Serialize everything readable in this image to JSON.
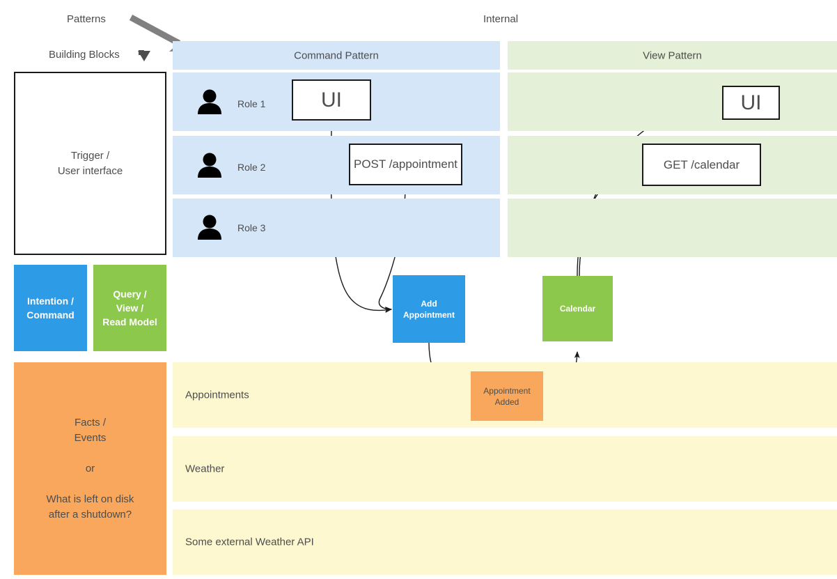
{
  "diagram": {
    "top_labels": {
      "patterns": "Patterns",
      "building_blocks": "Building Blocks",
      "internal": "Internal"
    },
    "pattern_lanes": [
      {
        "id": "command-pattern",
        "title": "Command Pattern",
        "color": "#d4e6f7"
      },
      {
        "id": "view-pattern",
        "title": "View Pattern",
        "color": "#e5f0d8"
      }
    ],
    "roles": [
      {
        "label": "Role 1"
      },
      {
        "label": "Role 2"
      },
      {
        "label": "Role 3"
      }
    ],
    "legend": {
      "trigger": "Trigger /\nUser interface",
      "intention": "Intention /\nCommand",
      "query": "Query /\nView /\nRead Model",
      "facts": "Facts /\nEvents\n\nor\n\nWhat is left on disk\nafter a shutdown?"
    },
    "data_lanes": [
      {
        "label": "Appointments"
      },
      {
        "label": "Weather"
      },
      {
        "label": "Some external Weather API"
      }
    ],
    "nodes": {
      "ui_command": "UI",
      "post_appointment": "POST /appointment",
      "ui_view": "UI",
      "get_calendar": "GET /calendar",
      "add_appointment": "Add\nAppointment",
      "calendar": "Calendar",
      "appointment_added": "Appointment\nAdded"
    },
    "colors": {
      "command_blue": "#2e9be6",
      "view_green": "#8cc84b",
      "event_orange": "#f8a75c",
      "lane_blue": "#d4e6f7",
      "lane_green": "#e5f0d8",
      "lane_yellow": "#fdf8cf",
      "arrow_gray": "#808080",
      "edge_black": "#1a1a1a"
    }
  }
}
